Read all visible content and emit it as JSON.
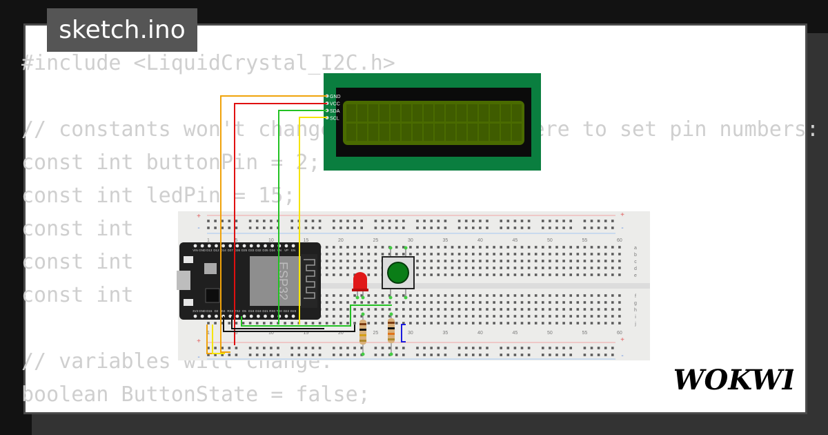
{
  "sketch": {
    "filename": "sketch.ino"
  },
  "code_lines": [
    "#include <LiquidCrystal_I2C.h>",
    "",
    "// constants won't change. They're used here to set pin numbers:",
    "const int buttonPin = 2;",
    "const int ledPin = 15;",
    "const int",
    "const int",
    "const int",
    "",
    "// variables will change:",
    "boolean ButtonState = false;"
  ],
  "lcd": {
    "pins": [
      "GND",
      "VCC",
      "SDA",
      "SCL"
    ]
  },
  "esp32": {
    "label": "ESP32",
    "top_pins": [
      "VIN",
      "GND",
      "D13",
      "D12",
      "D14",
      "D27",
      "D26",
      "D25",
      "D33",
      "D32",
      "D35",
      "D34",
      "VN",
      "VP",
      "EN"
    ],
    "bottom_pins": [
      "3V3",
      "GND",
      "D15",
      "D2",
      "D4",
      "RX2",
      "TX2",
      "D5",
      "D18",
      "D19",
      "D21",
      "RX0",
      "TX0",
      "D22",
      "D23"
    ]
  },
  "breadboard": {
    "columns": [
      "1",
      "5",
      "10",
      "15",
      "20",
      "25",
      "30",
      "35",
      "40",
      "45",
      "50",
      "55",
      "60"
    ],
    "rows_top": [
      "a",
      "b",
      "c",
      "d",
      "e"
    ],
    "rows_bottom": [
      "f",
      "g",
      "h",
      "i",
      "j"
    ],
    "rail_signs": [
      "+",
      "-"
    ]
  },
  "brand": {
    "name": "WOKWI"
  },
  "colors": {
    "wire_orange": "#f0a30a",
    "wire_red": "#e01010",
    "wire_green": "#22c222",
    "wire_yellow": "#f5e400",
    "wire_black": "#111111",
    "wire_blue": "#1a1ae0",
    "lcd_board": "#0a7e3f",
    "lcd_screen": "#4a6b00",
    "led_red": "#e01818",
    "button_cap": "#0a7d17",
    "breadboard": "#ececea"
  }
}
